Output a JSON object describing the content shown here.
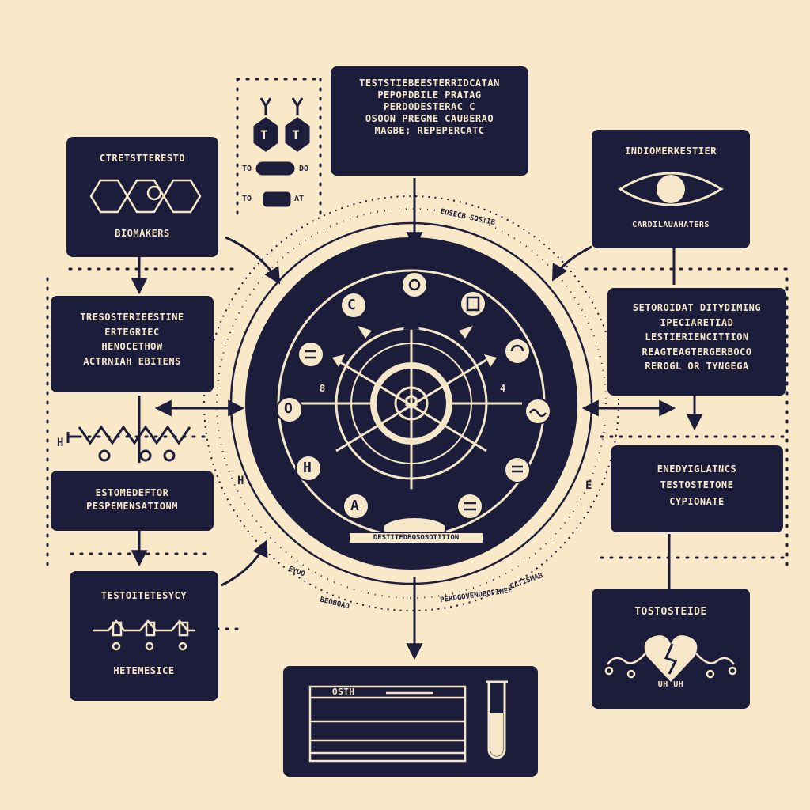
{
  "colors": {
    "background": "#f9e9c9",
    "ink": "#1b1d3a",
    "cream": "#f6e7c8"
  },
  "top_box": {
    "lines": [
      "TESTSTIEBEESTERRIDCATAN",
      "PEPOPDBILE PRATAG",
      "PERDODESTERAC C",
      "OSOON PREGNE CAUBERAO",
      "MAGBE; REPEPERCATC"
    ]
  },
  "top_left_inset": {
    "label_a": "TO",
    "label_b": "DO",
    "label_c": "TO",
    "label_d": "AT",
    "letter_a": "T",
    "letter_b": "T"
  },
  "left_box_1": {
    "title": "CTRETSTTERESTO",
    "subtitle": "BIOMAKERS"
  },
  "left_box_2": {
    "lines": [
      "TRESOSTERIEESTINE",
      "ERTEGRIEC",
      "HENOCETHOW",
      "ACTRNIAH EBITENS"
    ]
  },
  "left_box_3": {
    "lines": [
      "ESTOMEDEFTOR",
      "PESPEMENSATIONM"
    ]
  },
  "left_box_4": {
    "title": "TESTOITETESYCY",
    "subtitle": "HETEMESICE"
  },
  "left_molecule_label": "H",
  "right_box_1": {
    "title": "INDIOMERKESTIER",
    "subtitle": "CARDILAUAHATERS"
  },
  "right_box_2": {
    "lines": [
      "SETOROIDAT DITYDIMING",
      "IPECIARETIAD",
      "LESTIERIENCITTION",
      "REAGTEAGTERGERBOCO",
      "REROGL OR TYNGEGA"
    ]
  },
  "right_box_3": {
    "title": "ENEDYIGLATNCS",
    "line2": "TESTOSTETONE",
    "line3": "CYPIONATE"
  },
  "right_box_4": {
    "title": "TOSTOSTEIDE",
    "footer": "UH UH"
  },
  "bottom_box": {
    "label": "OSTH"
  },
  "circle": {
    "banner": "DESTITEDBOSOSOTITION",
    "nodes": [
      "C",
      "O",
      "H",
      "A"
    ],
    "arc_top": "EOSECB SOSTIB",
    "arc_bottom": "PERDGOVENDBOFIMEE",
    "arc_bottom_right": "CATISMAB",
    "side_left": "H",
    "side_right": "E",
    "inner_left": "8",
    "inner_right": "4"
  },
  "loose_labels": {
    "bottom_left_a": "EYUO",
    "bottom_left_b": "BEOBOAO"
  }
}
